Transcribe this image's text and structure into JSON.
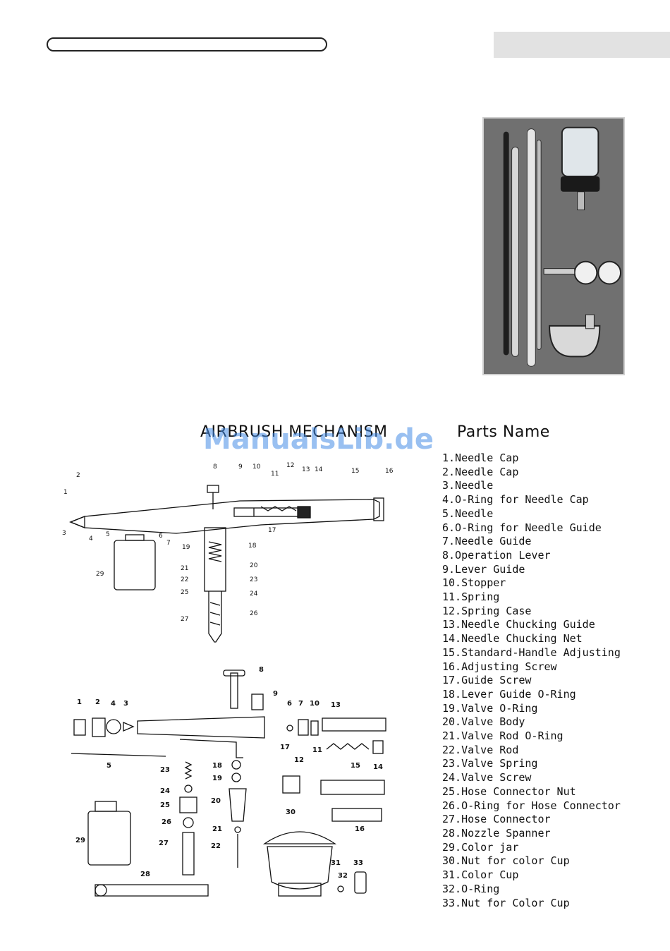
{
  "header": {
    "mechanism_title": "AIRBRUSH MECHANISM",
    "parts_title": "Parts Name",
    "watermark": "ManualsLib.de"
  },
  "parts": [
    "1.Needle Cap",
    "2.Needle Cap",
    "3.Needle",
    "4.O-Ring for Needle Cap",
    "5.Needle",
    "6.O-Ring for Needle Guide",
    "7.Needle Guide",
    "8.Operation Lever",
    "9.Lever Guide",
    "10.Stopper",
    "11.Spring",
    "12.Spring Case",
    "13.Needle Chucking Guide",
    "14.Needle Chucking Net",
    "15.Standard-Handle Adjusting",
    "16.Adjusting Screw",
    "17.Guide Screw",
    "18.Lever Guide O-Ring",
    "19.Valve O-Ring",
    "20.Valve Body",
    "21.Valve Rod O-Ring",
    "22.Valve Rod",
    "23.Valve Spring",
    "24.Valve Screw",
    "25.Hose Connector Nut",
    "26.O-Ring for Hose Connector",
    "27.Hose Connector",
    "28.Nozzle Spanner",
    "29.Color jar",
    "30.Nut for color Cup",
    "31.Color Cup",
    "32.O-Ring",
    "33.Nut for Color Cup"
  ],
  "assembly_callouts": [
    "1",
    "2",
    "3",
    "4",
    "5",
    "6",
    "7",
    "8",
    "9",
    "10",
    "11",
    "12",
    "13",
    "14",
    "15",
    "16",
    "17",
    "18",
    "19",
    "20",
    "21",
    "22",
    "23",
    "24",
    "25",
    "26",
    "27",
    "29"
  ],
  "exploded_callouts": [
    "1",
    "2",
    "4",
    "3",
    "5",
    "8",
    "9",
    "6",
    "7",
    "10",
    "13",
    "17",
    "11",
    "14",
    "12",
    "15",
    "16",
    "18",
    "19",
    "20",
    "21",
    "22",
    "23",
    "24",
    "25",
    "26",
    "27",
    "28",
    "29",
    "30",
    "31",
    "32",
    "33"
  ]
}
